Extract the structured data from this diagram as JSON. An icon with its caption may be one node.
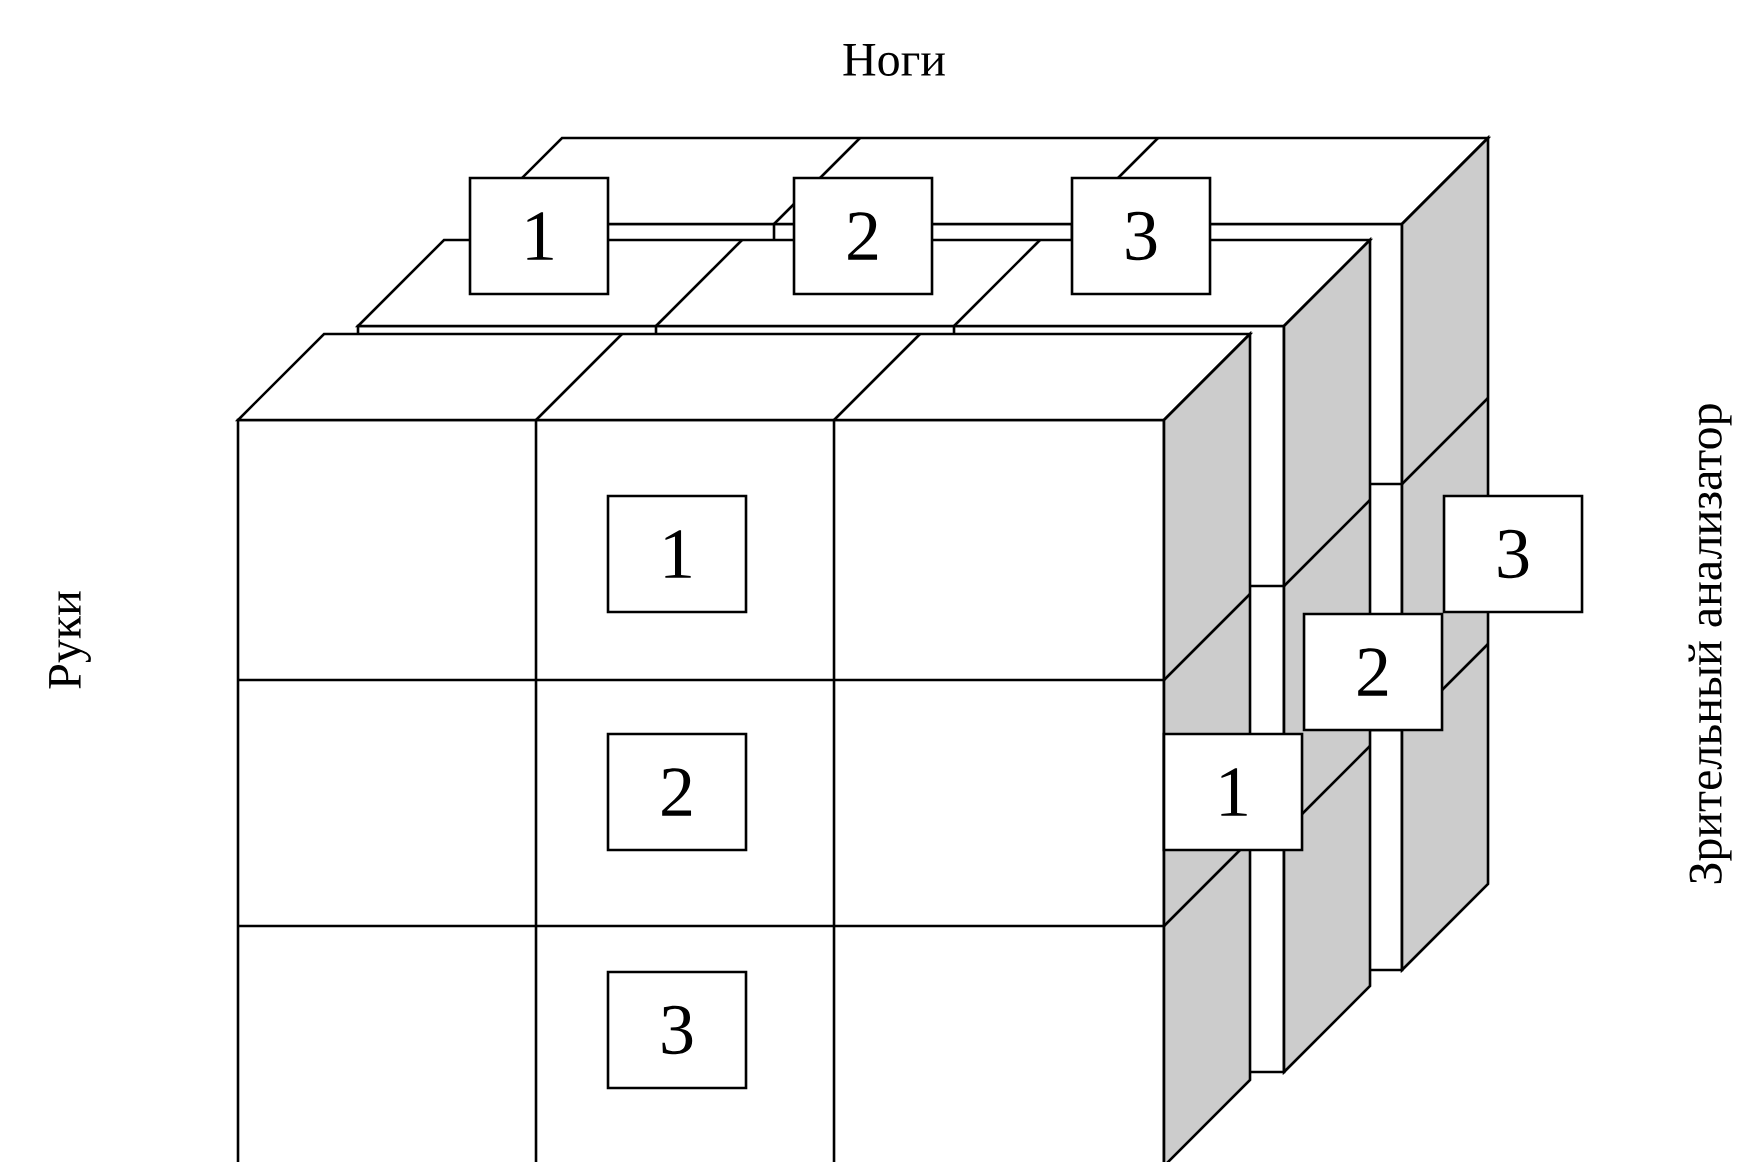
{
  "diagram": {
    "nodes": [
      {
        "text": [
          "1"
        ]
      },
      {
        "text": [
          "2"
        ]
      },
      {
        "text": [
          "3"
        ]
      },
      {
        "text": [
          "1"
        ]
      },
      {
        "text": [
          "2"
        ]
      },
      {
        "text": [
          "3"
        ]
      },
      {
        "text": [
          "1"
        ]
      },
      {
        "text": [
          "2"
        ]
      },
      {
        "text": [
          "3"
        ]
      }
    ],
    "labels": [
      "Ноги",
      "Руки",
      "Зрительный анализатор"
    ]
  }
}
